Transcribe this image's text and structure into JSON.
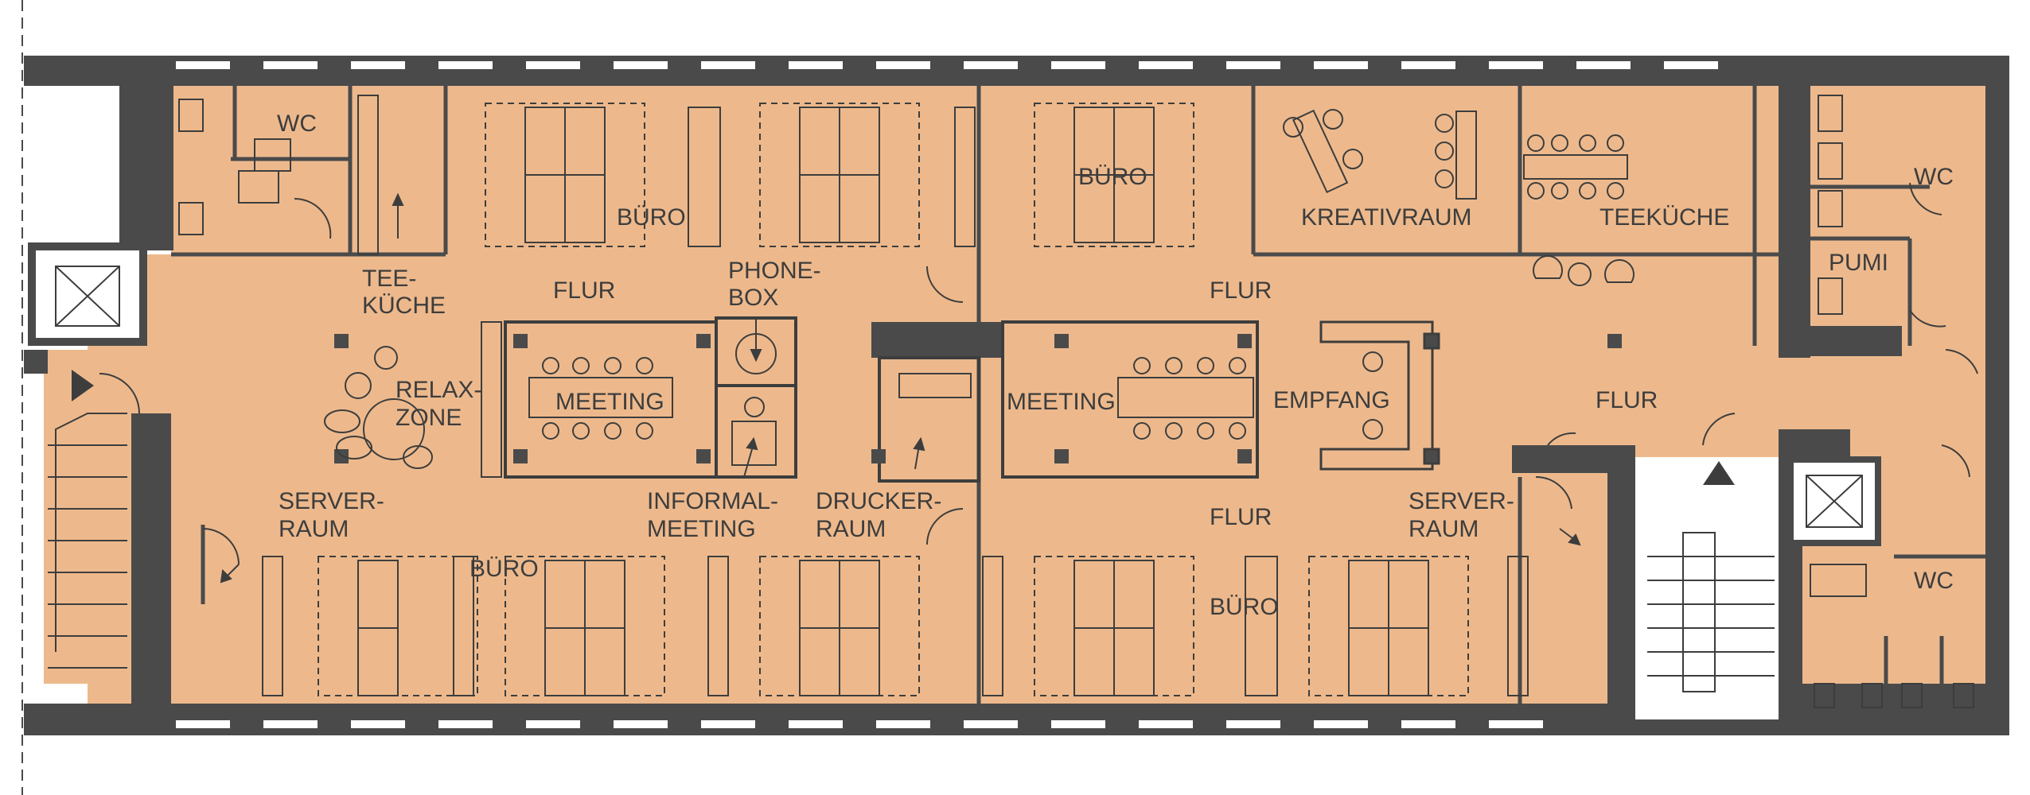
{
  "colors": {
    "floor": "#EDB98C",
    "wall": "#4A4A4B",
    "line": "#3D3D3D",
    "background": "#FFFFFF"
  },
  "rooms": {
    "wc_top_left": "WC",
    "teekueche_left": [
      "TEE-",
      "KÜCHE"
    ],
    "buero_top_left": "BÜRO",
    "buero_top_mid": "BÜRO",
    "kreativraum": "KREATIVRAUM",
    "teekueche_right": "TEEKÜCHE",
    "wc_top_right": "WC",
    "pumi": "PUMI",
    "flur_left_top": "FLUR",
    "phonebox": [
      "PHONE-",
      "BOX"
    ],
    "flur_right_top": "FLUR",
    "relaxzone": [
      "RELAX-",
      "ZONE"
    ],
    "meeting_left": "MEETING",
    "meeting_right": "MEETING",
    "empfang": "EMPFANG",
    "flur_right": "FLUR",
    "serverraum_left": [
      "SERVER-",
      "RAUM"
    ],
    "informal_meeting": [
      "INFORMAL-",
      "MEETING"
    ],
    "druckerraum": [
      "DRUCKER-",
      "RAUM"
    ],
    "flur_bottom": "FLUR",
    "serverraum_right": [
      "SERVER-",
      "RAUM"
    ],
    "buero_bottom_left": "BÜRO",
    "buero_bottom_right": "BÜRO",
    "wc_bottom_right": "WC"
  }
}
